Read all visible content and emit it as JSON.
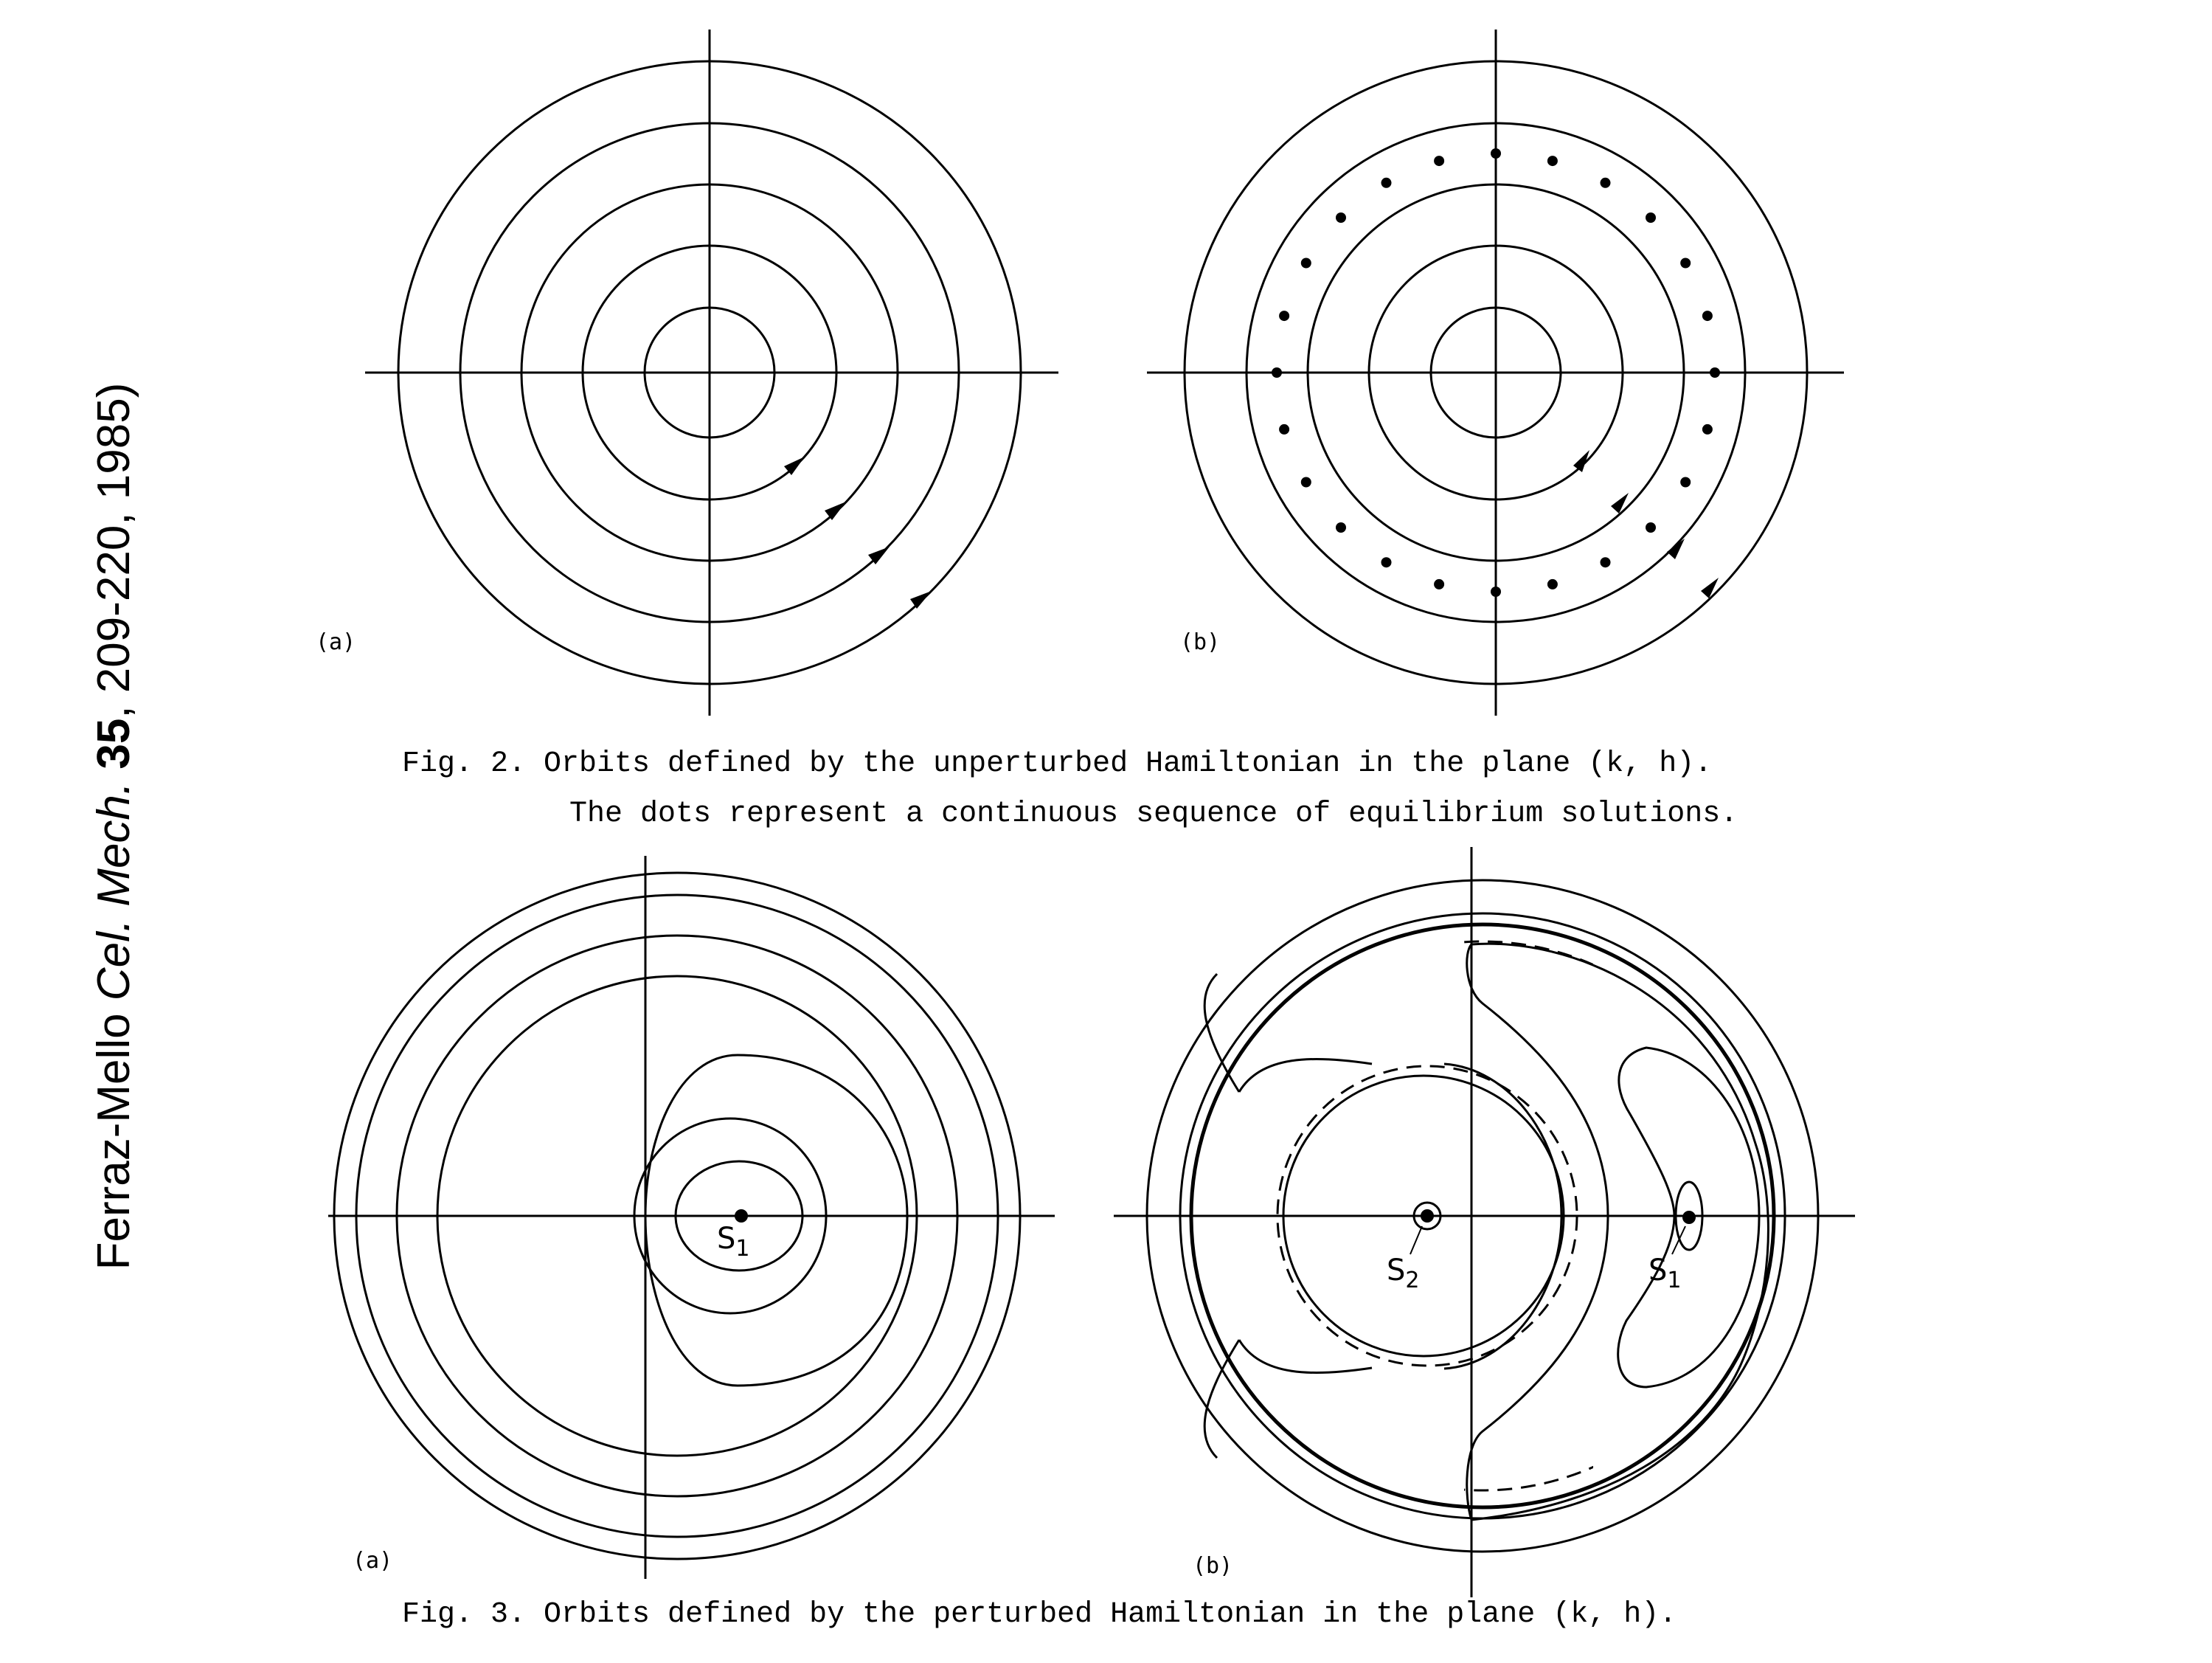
{
  "citation": {
    "author": "Ferraz-Mello",
    "journal": "Cel. Mech.",
    "volume": "35",
    "details": ", 209-220, 1985)"
  },
  "figure2": {
    "panel_a_label": "(a)",
    "panel_b_label": "(b)",
    "caption_line1": "Fig. 2. Orbits defined by the unperturbed Hamiltonian in the plane (k, h).",
    "caption_line2": "The dots represent a continuous sequence of equilibrium solutions."
  },
  "figure3": {
    "panel_a_label": "(a)",
    "panel_b_label": "(b)",
    "s1_label_a": "S",
    "s1_sub_a": "1",
    "s2_label_b": "S",
    "s2_sub_b": "2",
    "s1_label_b": "S",
    "s1_sub_b": "1",
    "caption": "Fig. 3. Orbits defined by the perturbed Hamiltonian in the plane (k, h)."
  }
}
